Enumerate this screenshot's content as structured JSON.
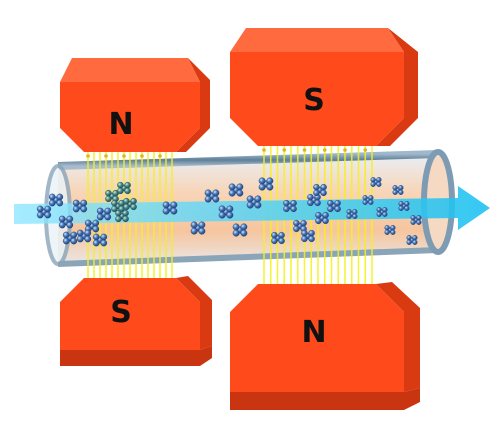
{
  "magnets": [
    {
      "top_label": "N",
      "bottom_label": "S"
    },
    {
      "top_label": "S",
      "bottom_label": "N"
    }
  ],
  "colors": {
    "magnet_face": "#ff4a1c",
    "magnet_side": "#d93a12",
    "magnet_top": "#ff6a3e",
    "tube_fill": "#f7c8a2",
    "tube_rim": "#7d9cb3",
    "field_lines": "#f4f21a",
    "flow_arrow": "#29c8f0",
    "particles": "#2f5f9e"
  },
  "icons": {
    "flow": "right-arrow-icon",
    "particle": "nanoparticle-cluster-icon"
  }
}
